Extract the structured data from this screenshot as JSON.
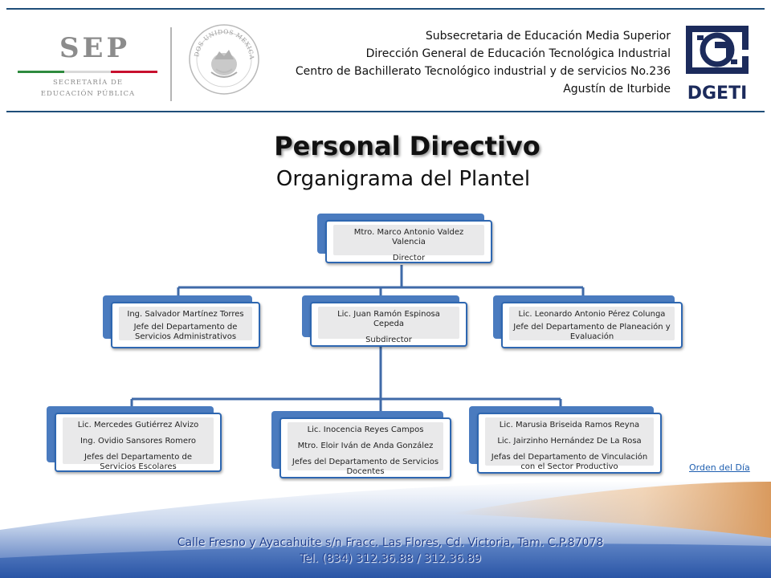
{
  "header": {
    "sep_logo": {
      "wordmark": "SEP",
      "line1": "SECRETARÍA DE",
      "line2": "EDUCACIÓN PÚBLICA"
    },
    "seal_text": "ESTADOS UNIDOS MEXICANOS",
    "institution_lines": [
      "Subsecretaria de Educación Media Superior",
      "Dirección General de Educación Tecnológica Industrial",
      "Centro de Bachillerato Tecnológico industrial y de servicios No.236",
      "Agustín de Iturbide"
    ],
    "dgeti_logo_text": "DGETI"
  },
  "title": "Personal Directivo",
  "subtitle": "Organigrama del Plantel",
  "org": {
    "director": {
      "lines": [
        "Mtro. Marco Antonio Valdez Valencia",
        "Director"
      ]
    },
    "admin": {
      "lines": [
        "Ing. Salvador Martínez Torres",
        "Jefe del Departamento de Servicios Administrativos"
      ]
    },
    "subdirector": {
      "lines": [
        "Lic. Juan Ramón  Espinosa Cepeda",
        "Subdirector"
      ]
    },
    "planeacion": {
      "lines": [
        "Lic. Leonardo Antonio Pérez Colunga",
        "Jefe del Departamento  de Planeación y Evaluación"
      ]
    },
    "escolares": {
      "lines": [
        "Lic. Mercedes Gutiérrez Alvizo",
        "Ing. Ovidio Sansores Romero",
        "Jefes del Departamento de Servicios Escolares"
      ]
    },
    "docentes": {
      "lines": [
        "Lic. Inocencia  Reyes Campos",
        "Mtro. Eloir Iván de Anda González",
        "Jefes del Departamento de Servicios Docentes"
      ]
    },
    "vinculacion": {
      "lines": [
        "Lic. Marusia Briseida Ramos  Reyna",
        "Lic. Jairzinho Hernández De La Rosa",
        "Jefas del Departamento  de Vinculación con el Sector Productivo"
      ]
    }
  },
  "links": {
    "orden_del_dia": "Orden del Día"
  },
  "footer": {
    "address": "Calle Fresno y Ayacahuite s/n Fracc. Las Flores, Cd. Victoria, Tam. C.P.87078",
    "phone": "Tel. (834) 312.36.88 / 312.36.89"
  },
  "colors": {
    "node_border": "#2e67b1",
    "node_tab": "#4a7bbf",
    "connector": "#3f6aa8",
    "footer_blue": "#2a55a6",
    "footer_accent": "#d99a5e",
    "text_blue": "#1f3f8f"
  }
}
